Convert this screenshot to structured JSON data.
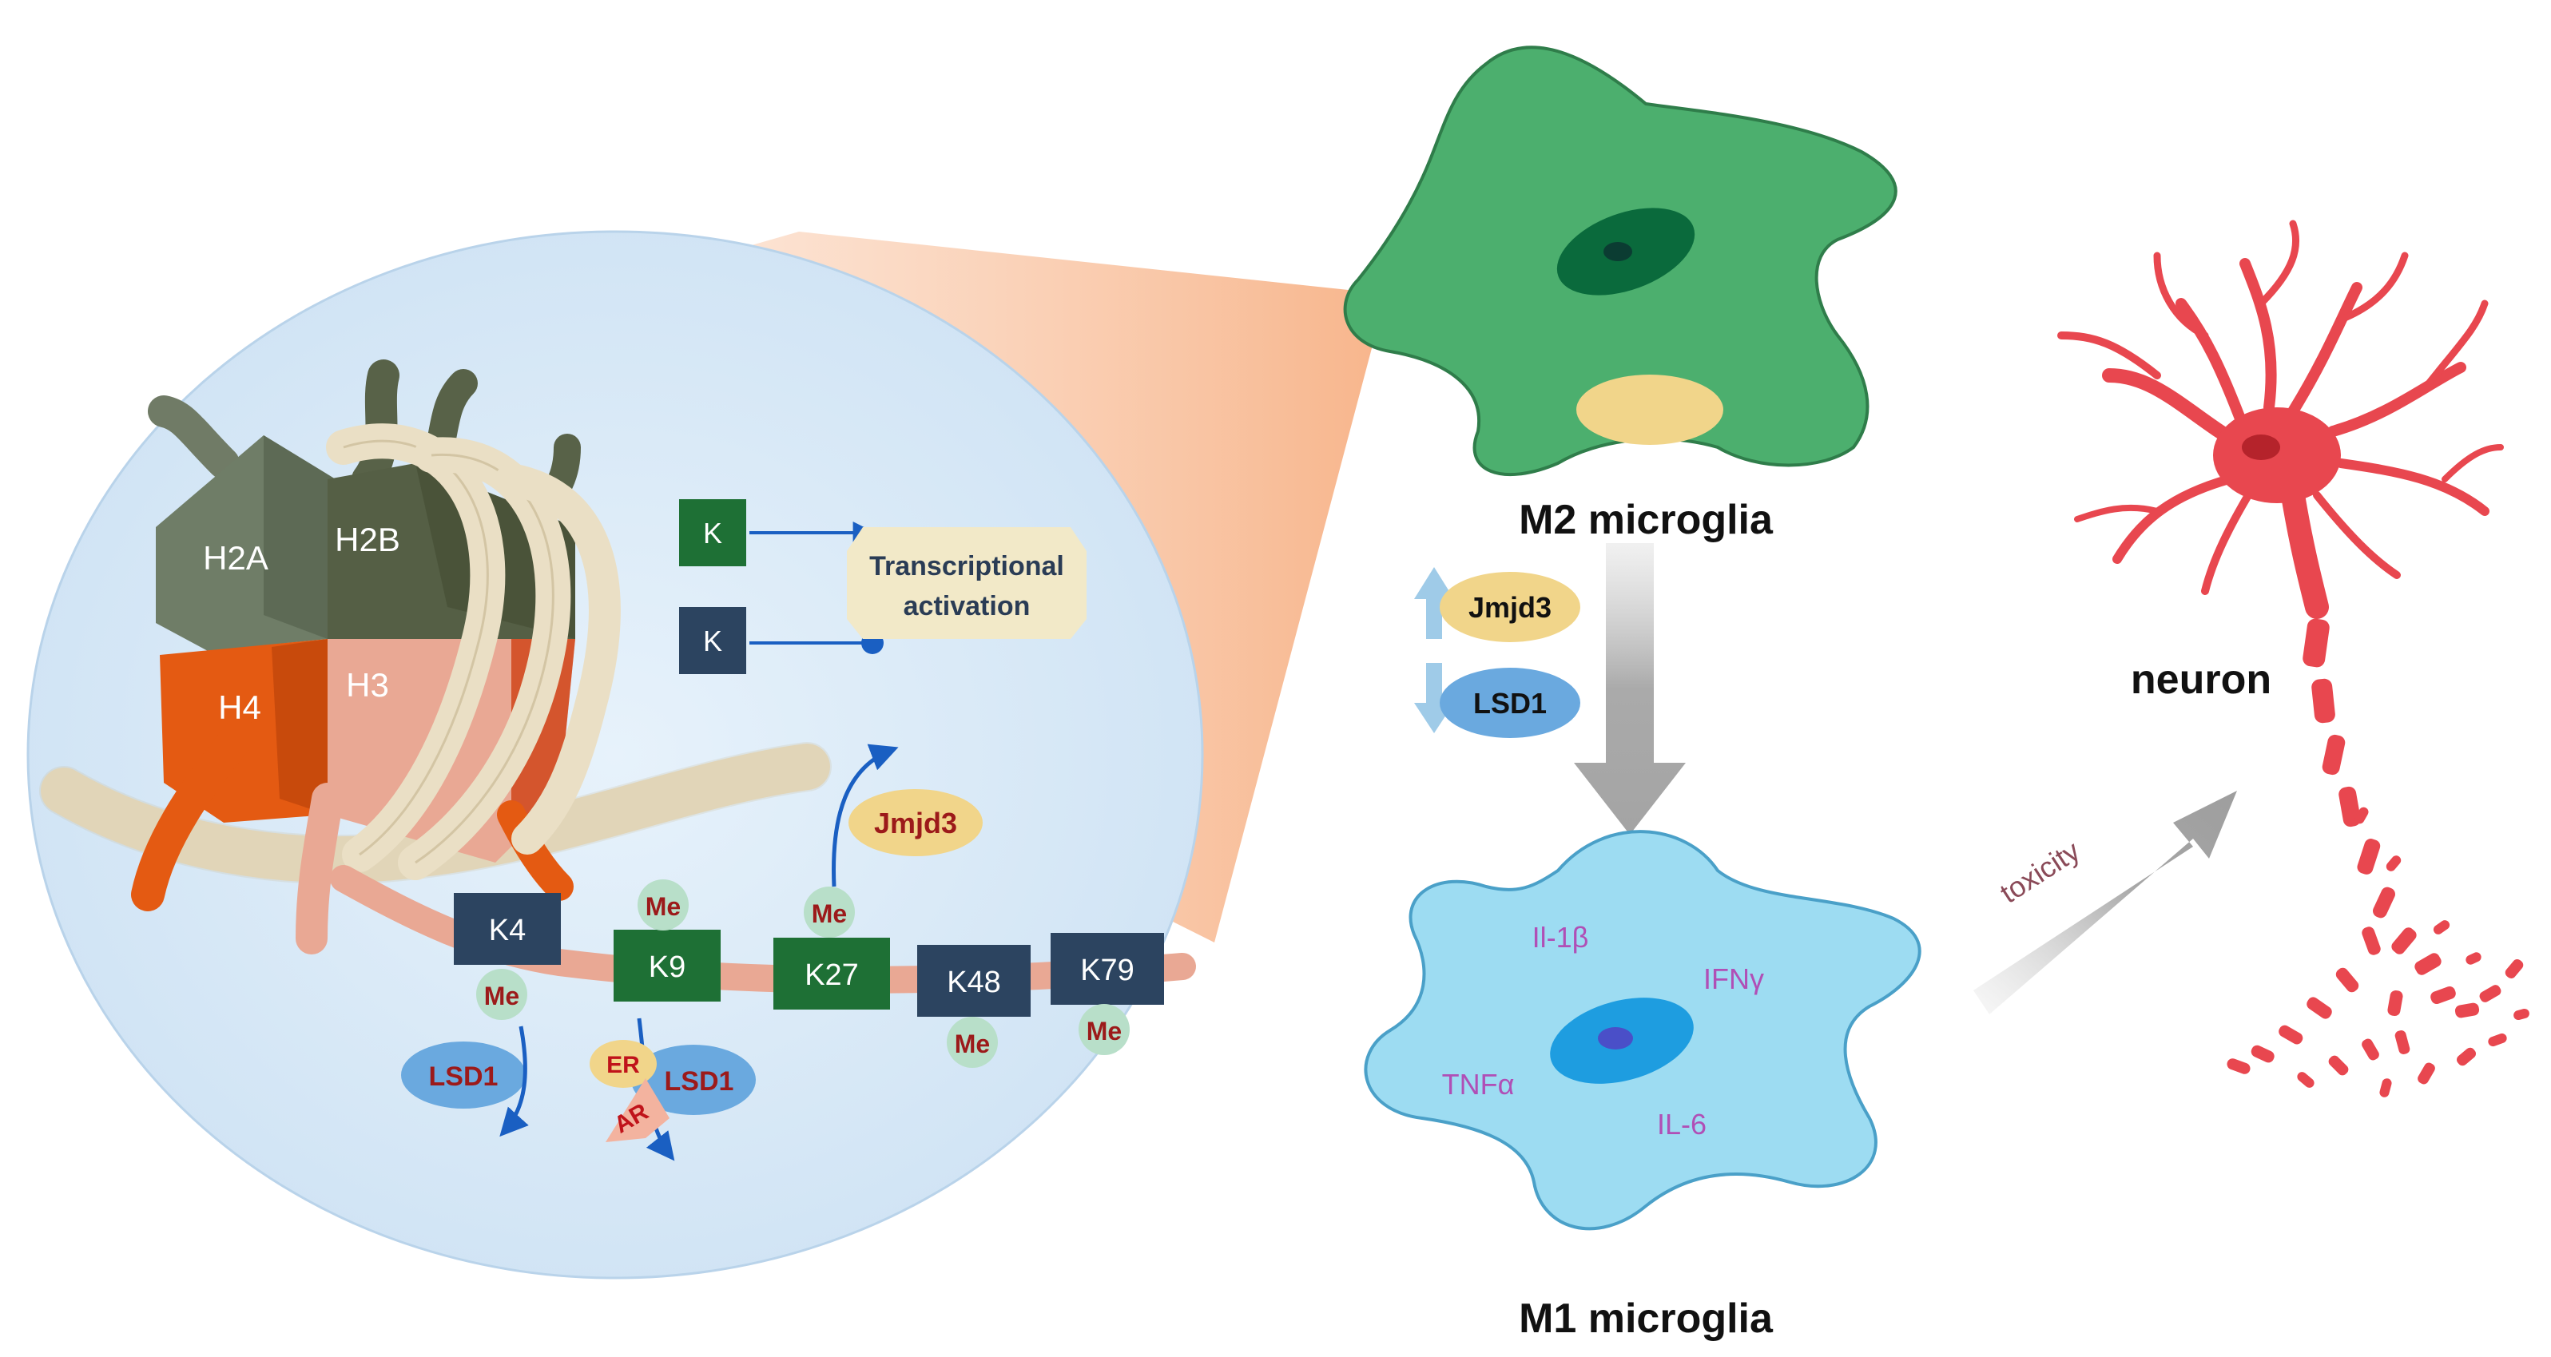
{
  "histones": {
    "h2a": "H2A",
    "h2b": "H2B",
    "h3": "H3",
    "h4": "H4"
  },
  "legend": {
    "k_active": "K",
    "k_repress": "K",
    "outcome_line1": "Transcriptional",
    "outcome_line2": "activation"
  },
  "lysines": {
    "k4": "K4",
    "k9": "K9",
    "k27": "K27",
    "k48": "K48",
    "k79": "K79"
  },
  "marks": {
    "me_k4": "Me",
    "me_k9": "Me",
    "me_k27": "Me",
    "me_k48": "Me",
    "me_k79": "Me"
  },
  "enzymes": {
    "jmjd3_nucleosome": "Jmjd3",
    "lsd1_k4": "LSD1",
    "lsd1_k9": "LSD1",
    "er": "ER",
    "ar": "AR"
  },
  "microglia": {
    "m2_label": "M2 microglia",
    "m1_label": "M1 microglia",
    "jmjd3": "Jmjd3",
    "lsd1": "LSD1",
    "cytokines": {
      "il1b": "Il-1β",
      "ifng": "IFNγ",
      "tnfa": "TNFα",
      "il6": "IL-6"
    }
  },
  "neuron": {
    "label": "neuron",
    "toxicity": "toxicity"
  },
  "colors": {
    "m2_cell": "#4caf6e",
    "m1_cell": "#9ddcf2",
    "neuron": "#e8474f",
    "lysine_active": "#1e7035",
    "lysine_repress": "#2c4460",
    "me_bubble": "#b8dfc9",
    "jmjd3": "#f1d58a",
    "lsd1": "#6aa9df",
    "cytokine_text": "#b04fb6"
  }
}
